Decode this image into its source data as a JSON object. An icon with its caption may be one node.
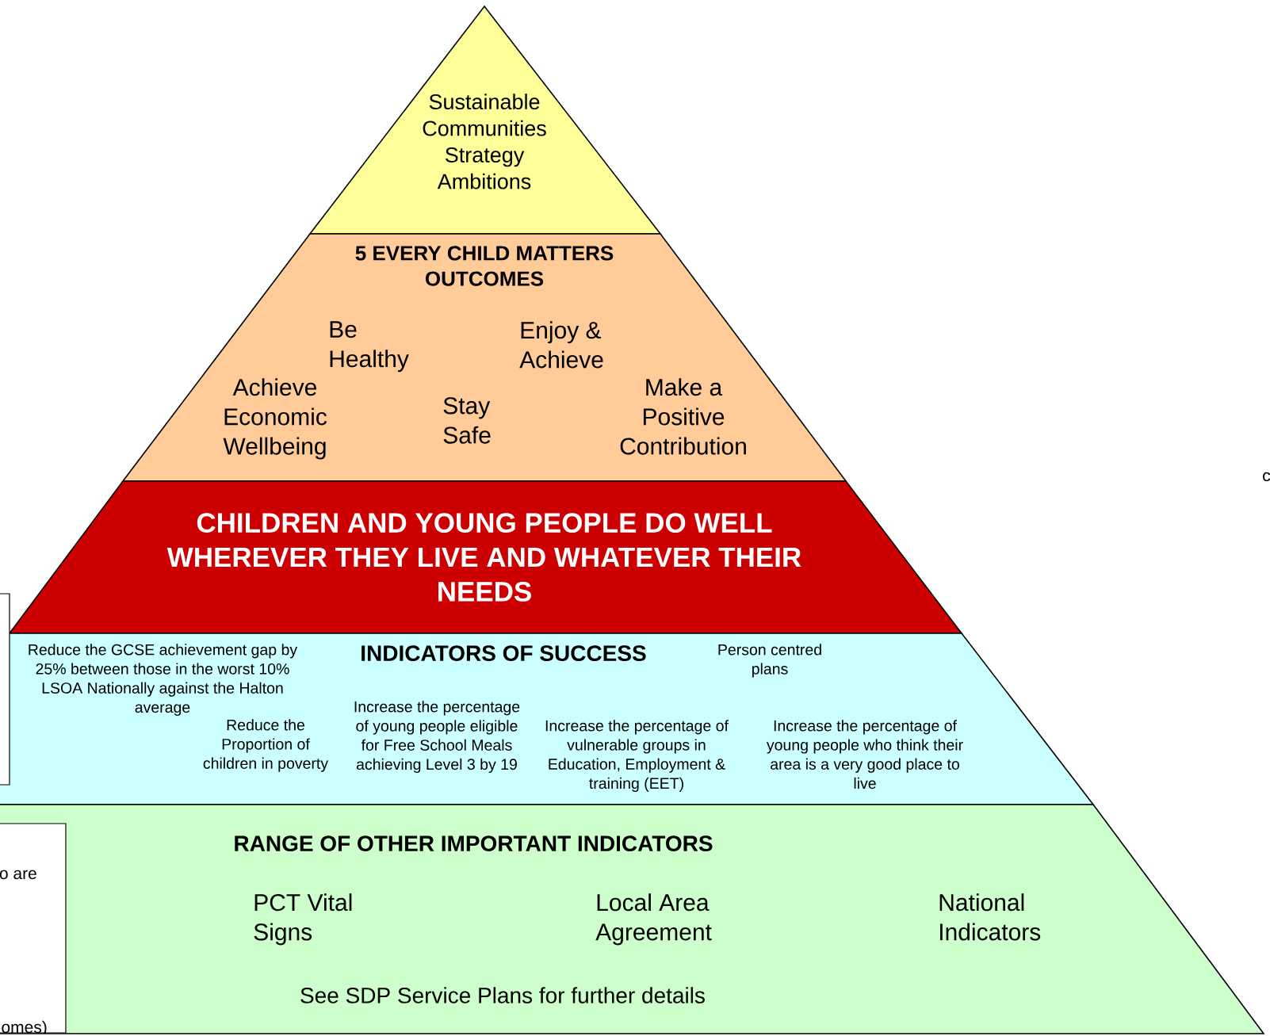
{
  "diagram": {
    "nodes": [
      {
        "text": [
          "Sustainable Communities Strategy Ambitions"
        ]
      },
      {
        "text": [
          "5 EVERY CHILD MATTERS OUTCOMES",
          "Be Healthy",
          "Enjoy & Achieve",
          "Achieve Economic Wellbeing",
          "Stay Safe",
          "Make a Positive Contribution"
        ]
      },
      {
        "text": [
          "CHILDREN AND YOUNG PEOPLE DO WELL WHEREVER THEY LIVE AND WHATEVER THEIR NEEDS"
        ]
      },
      {
        "text": [
          "INDICATORS OF SUCCESS",
          "Reduce the GCSE achievement gap by 25% between those in the worst 10% LSOA Nationally against the Halton average",
          "Person centred plans",
          "Reduce the Proportion of children in poverty",
          "Increase the percentage of young people eligible for Free School Meals achieving Level 3 by 19",
          "Increase the percentage of vulnerable groups in Education, Employment & training (EET)",
          "Increase the percentage of young people who think their area is a very good place to live"
        ]
      },
      {
        "text": [
          "RANGE OF OTHER IMPORTANT INDICATORS",
          "PCT Vital Signs",
          "Local Area Agreement",
          "National Indicators",
          "See SDP Service Plans for further details"
        ]
      },
      {
        "text": [
          "o are",
          "omes)"
        ],
        "in": 4
      }
    ],
    "labels": [
      "c"
    ]
  }
}
